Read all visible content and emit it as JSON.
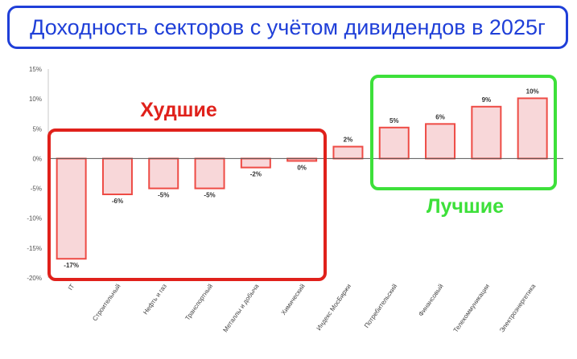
{
  "page_title": "Доходность секторов с учётом дивидендов в 2025г",
  "annotations": {
    "worst": "Худшие",
    "best": "Лучшие"
  },
  "colors": {
    "title": "#1f3fd8",
    "worst": "#e0211b",
    "best": "#3de03a",
    "bar_fill": "#f8d7d9",
    "bar_stroke": "#ee4b45"
  },
  "chart_data": {
    "type": "bar",
    "categories": [
      "IT",
      "Строительный",
      "Нефть и газ",
      "Транспортный",
      "Металлы и добыча",
      "Химический",
      "Индекс МосБиржи",
      "Потребительский",
      "Финансовый",
      "Телекоммуникации",
      "Электроэнергетика"
    ],
    "values": [
      -16.8,
      -6.0,
      -5.0,
      -5.0,
      -1.5,
      -0.4,
      2.0,
      5.2,
      5.8,
      8.7,
      10.1
    ],
    "data_labels": [
      "-17%",
      "-6%",
      "-5%",
      "-5%",
      "-2%",
      "0%",
      "2%",
      "5%",
      "6%",
      "9%",
      "10%"
    ],
    "yticks": [
      "15%",
      "10%",
      "5%",
      "0%",
      "-5%",
      "-10%",
      "-15%",
      "-20%"
    ],
    "ylim": [
      -20,
      15
    ],
    "grid": false,
    "legend": "none"
  }
}
